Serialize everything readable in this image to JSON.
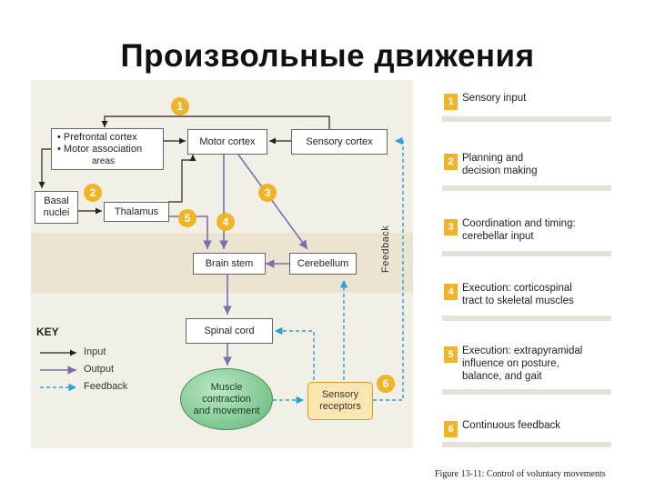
{
  "slide": {
    "title": "Произвольные движения",
    "caption": "Figure 13-11: Control of voluntary movements"
  },
  "boxes": {
    "prefrontal_1": "• Prefrontal cortex",
    "prefrontal_2": "• Motor association",
    "prefrontal_3": "areas",
    "motor_cortex": "Motor cortex",
    "sensory_cortex": "Sensory cortex",
    "basal_1": "Basal",
    "basal_2": "nuclei",
    "thalamus": "Thalamus",
    "brain_stem": "Brain stem",
    "cerebellum": "Cerebellum",
    "spinal_cord": "Spinal cord",
    "muscle_1": "Muscle",
    "muscle_2": "contraction",
    "muscle_3": "and movement",
    "sensory_1": "Sensory",
    "sensory_2": "receptors",
    "feedback_vertical": "Feedback"
  },
  "numbers": {
    "n1": "1",
    "n2": "2",
    "n3": "3",
    "n4": "4",
    "n5": "5",
    "n6": "6"
  },
  "key": {
    "title": "KEY",
    "input": "Input",
    "output": "Output",
    "feedback": "Feedback"
  },
  "legend": [
    {
      "num": "1",
      "line1": "Sensory input",
      "line2": ""
    },
    {
      "num": "2",
      "line1": "Planning and",
      "line2": "decision making"
    },
    {
      "num": "3",
      "line1": "Coordination and timing:",
      "line2": "cerebellar input"
    },
    {
      "num": "4",
      "line1": "Execution: corticospinal",
      "line2": "tract to skeletal muscles"
    },
    {
      "num": "5",
      "line1": "Execution: extrapyramidal",
      "line2": "influence on posture,",
      "line3": "balance, and gait"
    },
    {
      "num": "6",
      "line1": "Continuous feedback",
      "line2": ""
    }
  ],
  "colors": {
    "input": "#222222",
    "output": "#7a6fb0",
    "feedback": "#2a9fd6",
    "number_badge": "#f0b429"
  }
}
